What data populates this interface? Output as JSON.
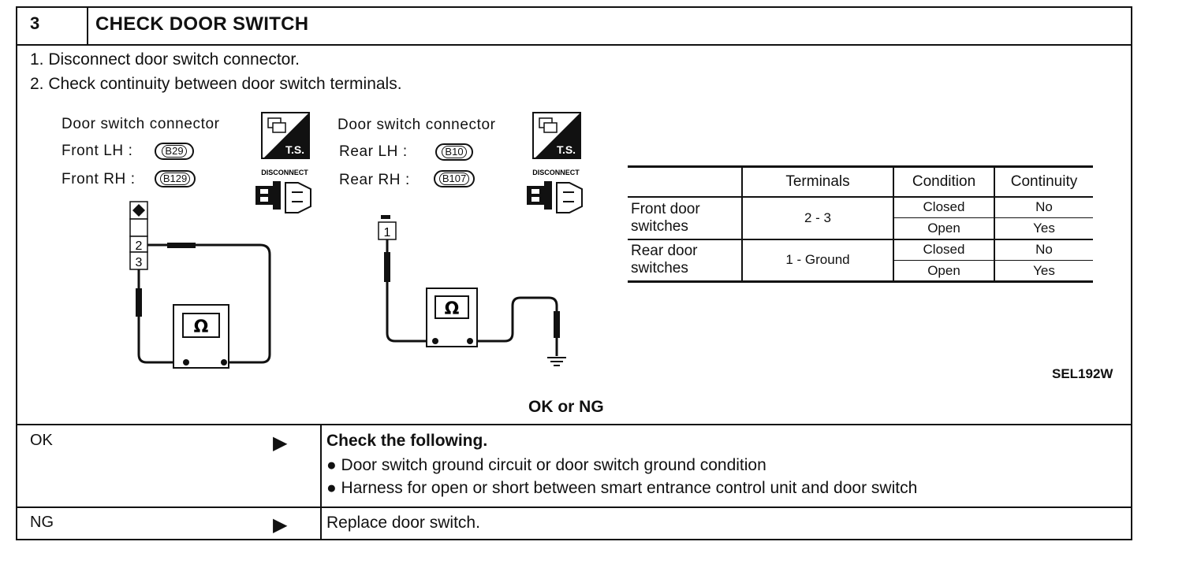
{
  "step": {
    "number": "3",
    "title": "CHECK DOOR SWITCH"
  },
  "instructions": [
    "1. Disconnect door switch connector.",
    "2. Check continuity between door switch terminals."
  ],
  "front": {
    "heading": "Door switch connector",
    "lh_label": "Front LH :",
    "lh_connector": "B29",
    "rh_label": "Front RH :",
    "rh_connector": "B129",
    "terminals": [
      "2",
      "3"
    ]
  },
  "rear": {
    "heading": "Door switch connector",
    "lh_label": "Rear LH :",
    "lh_connector": "B10",
    "rh_label": "Rear RH :",
    "rh_connector": "B107",
    "terminal": "1"
  },
  "icons": {
    "ts_label": "T.S.",
    "disconnect_label": "DISCONNECT",
    "ohm": "Ω"
  },
  "table": {
    "headers": [
      "",
      "Terminals",
      "Condition",
      "Continuity"
    ],
    "rows": [
      {
        "part_line1": "Front door",
        "part_line2": "switches",
        "terminals": "2 - 3",
        "conditions": [
          {
            "condition": "Closed",
            "continuity": "No"
          },
          {
            "condition": "Open",
            "continuity": "Yes"
          }
        ]
      },
      {
        "part_line1": "Rear door",
        "part_line2": "switches",
        "terminals": "1 - Ground",
        "conditions": [
          {
            "condition": "Closed",
            "continuity": "No"
          },
          {
            "condition": "Open",
            "continuity": "Yes"
          }
        ]
      }
    ]
  },
  "figure_code": "SEL192W",
  "question": "OK or NG",
  "results": {
    "ok": {
      "label": "OK",
      "arrow": "▶",
      "heading": "Check the following.",
      "items": [
        "Door switch ground circuit or door switch ground condition",
        "Harness for open or short between smart entrance control unit and door switch"
      ]
    },
    "ng": {
      "label": "NG",
      "arrow": "▶",
      "text": "Replace door switch."
    }
  }
}
